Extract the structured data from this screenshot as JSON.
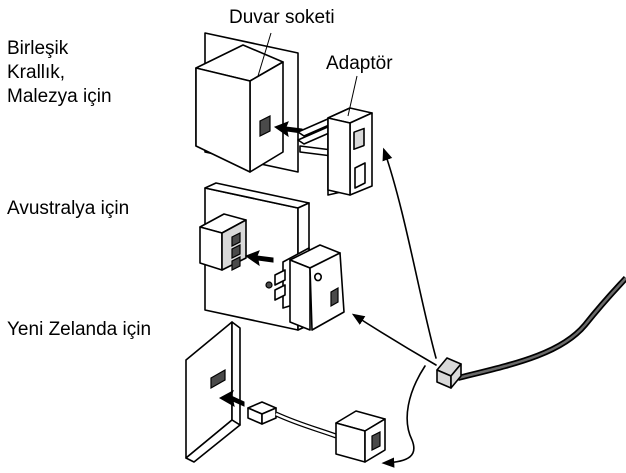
{
  "labels": {
    "uk_malaysia": [
      "Birleşik",
      "Krallık,",
      "Malezya için"
    ],
    "wall_socket": "Duvar soketi",
    "adapter": "Adaptör",
    "australia": "Avustralya için",
    "new_zealand": "Yeni Zelanda için"
  },
  "colors": {
    "line": "#000000",
    "fill_light": "#ffffff",
    "fill_grey": "#d9d9d9",
    "fill_dark": "#4a4a4a",
    "text": "#000000"
  }
}
